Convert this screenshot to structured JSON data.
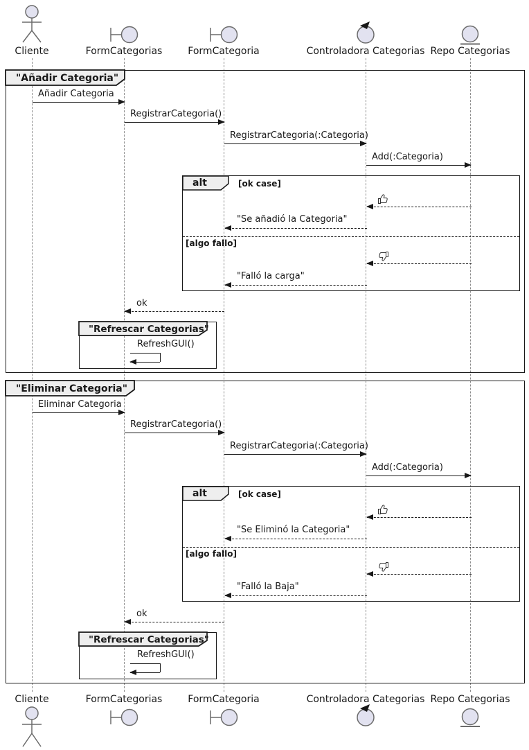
{
  "participants": [
    {
      "label": "Cliente",
      "type": "actor",
      "icon": "actor-icon"
    },
    {
      "label": "FormCategorias",
      "type": "boundary",
      "icon": "boundary-icon"
    },
    {
      "label": "FormCategoria",
      "type": "boundary",
      "icon": "boundary-icon"
    },
    {
      "label": "Controladora Categorias",
      "type": "control",
      "icon": "control-icon"
    },
    {
      "label": "Repo Categorias",
      "type": "entity",
      "icon": "entity-icon"
    }
  ],
  "frames": [
    {
      "title": "\"Añadir Categoria\"",
      "messages": {
        "m0": "Añadir Categoria",
        "m1": "RegistrarCategoria()",
        "m2": "RegistrarCategoria(:Categoria)",
        "m3": "Add(:Categoria)"
      },
      "alt": {
        "keyword": "alt",
        "guard_ok": "[ok case]",
        "ok_icon": "thumbs-up",
        "ok_reply": "\"Se añadió la Categoria\"",
        "guard_fail": "[algo fallo]",
        "fail_icon": "thumbs-down",
        "fail_reply": "\"Falló la carga\""
      },
      "return_ok": "ok",
      "inner_frame": {
        "title": "\"Refrescar Categorias\"",
        "message": "RefreshGUI()"
      }
    },
    {
      "title": "\"Eliminar Categoria\"",
      "messages": {
        "m0": "Eliminar Categoria",
        "m1": "RegistrarCategoria()",
        "m2": "RegistrarCategoria(:Categoria)",
        "m3": "Add(:Categoria)"
      },
      "alt": {
        "keyword": "alt",
        "guard_ok": "[ok case]",
        "ok_icon": "thumbs-up",
        "ok_reply": "\"Se Eliminó la Categoria\"",
        "guard_fail": "[algo fallo]",
        "fail_icon": "thumbs-down",
        "fail_reply": "\"Falló la Baja\""
      },
      "return_ok": "ok",
      "inner_frame": {
        "title": "\"Refrescar Categorias\"",
        "message": "RefreshGUI()"
      }
    }
  ],
  "colors": {
    "participant_fill": "#E2E2F0",
    "participant_stroke": "#6b6b6b",
    "line": "#181818",
    "lifeline": "#8d8d8d",
    "tab_fill": "#EEEEEE",
    "background": "#ffffff"
  }
}
